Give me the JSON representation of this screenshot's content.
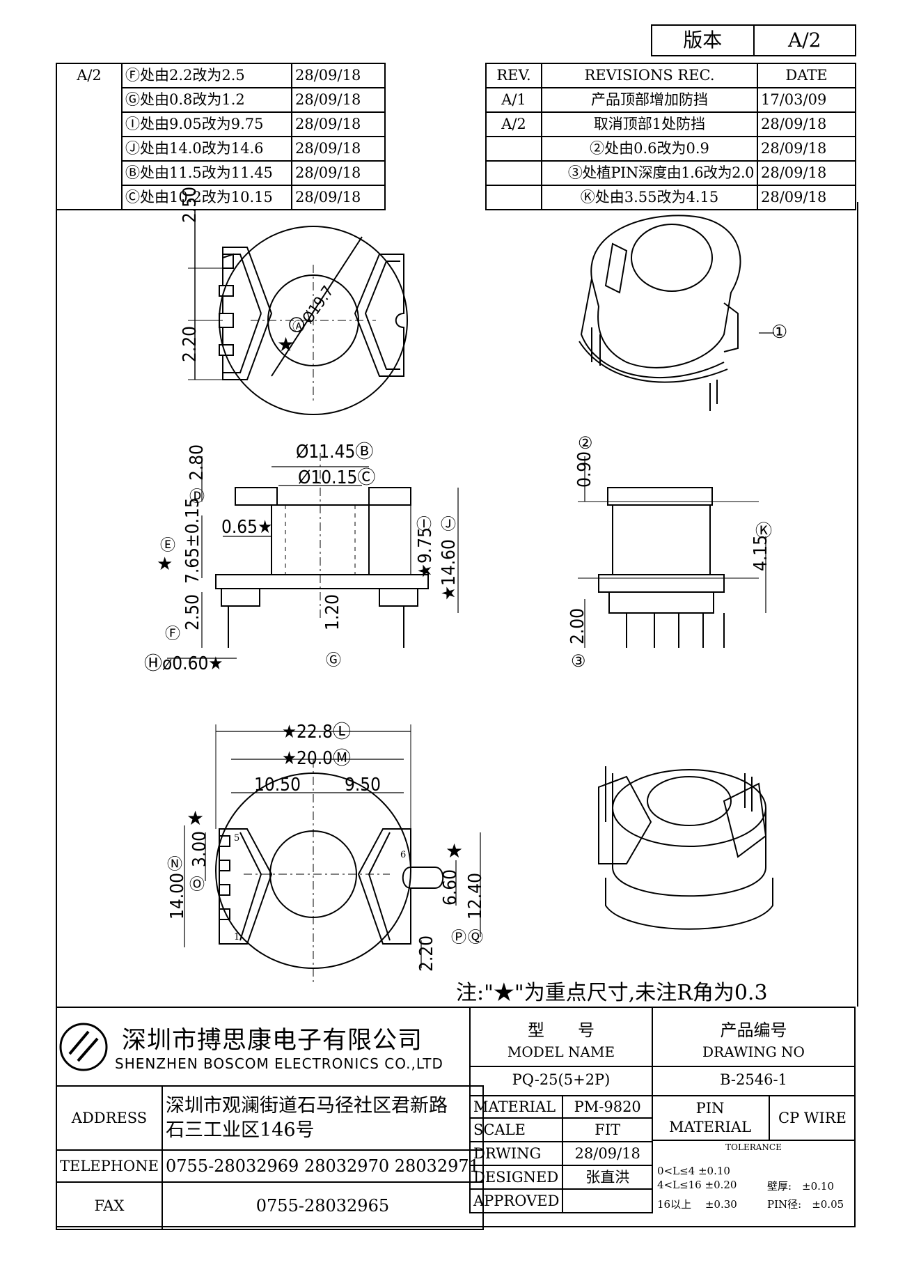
{
  "version_box": {
    "label": "版本",
    "value": "A/2"
  },
  "left_revisions": {
    "rev": "A/2",
    "rows": [
      {
        "text": "Ⓕ处由2.2改为2.5",
        "date": "28/09/18"
      },
      {
        "text": "Ⓖ处由0.8改为1.2",
        "date": "28/09/18"
      },
      {
        "text": "Ⓘ处由9.05改为9.75",
        "date": "28/09/18"
      },
      {
        "text": "Ⓙ处由14.0改为14.6",
        "date": "28/09/18"
      },
      {
        "text": "Ⓑ处由11.5改为11.45",
        "date": "28/09/18"
      },
      {
        "text": "Ⓒ处由10.2改为10.15",
        "date": "28/09/18"
      }
    ]
  },
  "right_revisions": {
    "headers": {
      "rev": "REV.",
      "rec": "REVISIONS REC.",
      "date": "DATE"
    },
    "rows": [
      {
        "rev": "A/1",
        "text": "产品顶部增加防挡",
        "date": "17/03/09"
      },
      {
        "rev": "A/2",
        "text": "取消顶部1处防挡",
        "date": "28/09/18"
      },
      {
        "rev": "",
        "text": "②处由0.6改为0.9",
        "date": "28/09/18"
      },
      {
        "rev": "",
        "text": "③处植PIN深度由1.6改为2.0",
        "date": "28/09/18"
      },
      {
        "rev": "",
        "text": "Ⓚ处由3.55改为4.15",
        "date": "28/09/18"
      }
    ]
  },
  "dims": {
    "top_view": {
      "d1": "2.50",
      "d2": "2.20",
      "dia": "Ø19.7",
      "mark_a": "Ⓐ",
      "star": "★"
    },
    "front_view": {
      "d_b": "Ø11.45Ⓑ",
      "d_c": "Ø10.15Ⓒ",
      "h_280": "2.80",
      "mark_d": "Ⓓ",
      "w_065": "0.65★",
      "h_765": "7.65±0.15",
      "mark_e": "Ⓔ",
      "star_e": "★",
      "h_975": "★9.75",
      "mark_i": "Ⓘ",
      "h_1460": "★14.60",
      "mark_j": "Ⓙ",
      "h_250": "2.50",
      "mark_f": "Ⓕ",
      "h_120": "1.20",
      "mark_g": "Ⓖ",
      "pin": "Ⓗø0.60★"
    },
    "side_view": {
      "h_090": "0.90",
      "mark_2": "②",
      "h_415": "4.15",
      "mark_k": "Ⓚ",
      "h_200": "2.00",
      "mark_3": "③"
    },
    "bottom_view": {
      "w_228": "★22.8Ⓛ",
      "w_200": "★20.0Ⓜ",
      "w_1050": "10.50",
      "w_950": "9.50",
      "star_l": "★",
      "star_r": "★",
      "h_1400": "14.00",
      "mark_n": "Ⓝ",
      "h_300": "3.00",
      "mark_o": "Ⓞ",
      "h_660": "6.60",
      "h_1240": "12.40",
      "h_220": "2.20",
      "mark_p": "Ⓟ",
      "mark_q": "Ⓠ",
      "pin5": "5",
      "pin1": "1",
      "pin6": "6"
    },
    "iso_label": "①"
  },
  "note": "注:\"★\"为重点尺寸,未注R角为0.3",
  "title_block": {
    "company_cn": "深圳市搏思康电子有限公司",
    "company_en": "SHENZHEN BOSCOM ELECTRONICS CO.,LTD",
    "address_label": "ADDRESS",
    "address_line1": "深圳市观澜街道石马径社区君新路",
    "address_line2": "石三工业区146号",
    "telephone_label": "TELEPHONE",
    "telephone": "0755-28032969 28032970 28032971",
    "fax_label": "FAX",
    "fax": "0755-28032965",
    "model_label_cn": "型　　号",
    "model_label_en": "MODEL NAME",
    "model": "PQ-25(5+2P)",
    "drawing_label_cn": "产品编号",
    "drawing_label_en": "DRAWING NO",
    "drawing_no": "B-2546-1",
    "material_label": "MATERIAL",
    "material": "PM-9820",
    "scale_label": "SCALE",
    "scale": "FIT",
    "drwing_label": "DRWING",
    "drwing": "28/09/18",
    "designed_label": "DESIGNED",
    "designed": "张直洪",
    "approved_label": "APPROVED",
    "pin_material_label": "PIN\nMATERIAL",
    "pin_material": "CP WIRE",
    "tolerance_label": "TOLERANCE",
    "tol1": "0<L≤4  ±0.10",
    "tol2": "4<L≤16  ±0.20",
    "tol3": "16以上　 ±0.30",
    "wall": "壁厚:　±0.10",
    "pin_dia": "PIN径:　±0.05"
  }
}
